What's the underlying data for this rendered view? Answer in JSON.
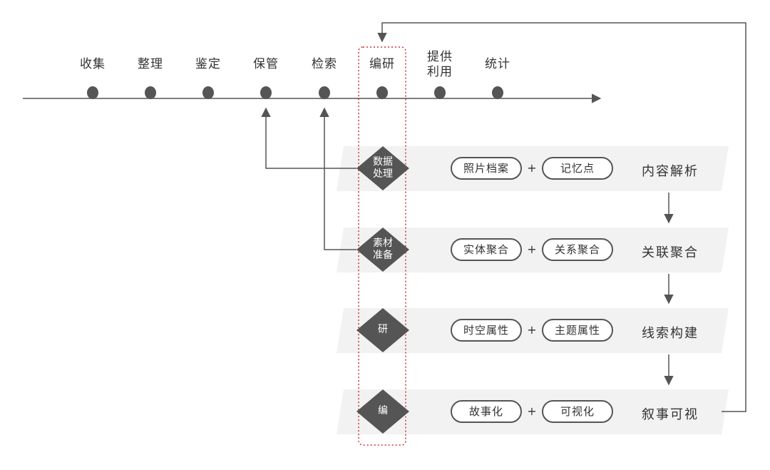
{
  "timeline": {
    "stages": [
      {
        "label": "收集"
      },
      {
        "label": "整理"
      },
      {
        "label": "鉴定"
      },
      {
        "label": "保管"
      },
      {
        "label": "检索"
      },
      {
        "label": "编研"
      },
      {
        "label": "提供\n利用"
      },
      {
        "label": "统计"
      }
    ]
  },
  "rows": [
    {
      "diamond": "数据\n处理",
      "left_pill": "照片档案",
      "plus": "+",
      "right_pill": "记忆点",
      "result": "内容解析"
    },
    {
      "diamond": "素材\n准备",
      "left_pill": "实体聚合",
      "plus": "+",
      "right_pill": "关系聚合",
      "result": "关联聚合"
    },
    {
      "diamond": "研",
      "left_pill": "时空属性",
      "plus": "+",
      "right_pill": "主题属性",
      "result": "线索构建"
    },
    {
      "diamond": "编",
      "left_pill": "故事化",
      "plus": "+",
      "right_pill": "可视化",
      "result": "叙事可视"
    }
  ],
  "colors": {
    "line": "#555555",
    "node": "#555555",
    "diamond": "#555555",
    "band": "#f2f2f2",
    "highlight_border": "#cc3333"
  }
}
